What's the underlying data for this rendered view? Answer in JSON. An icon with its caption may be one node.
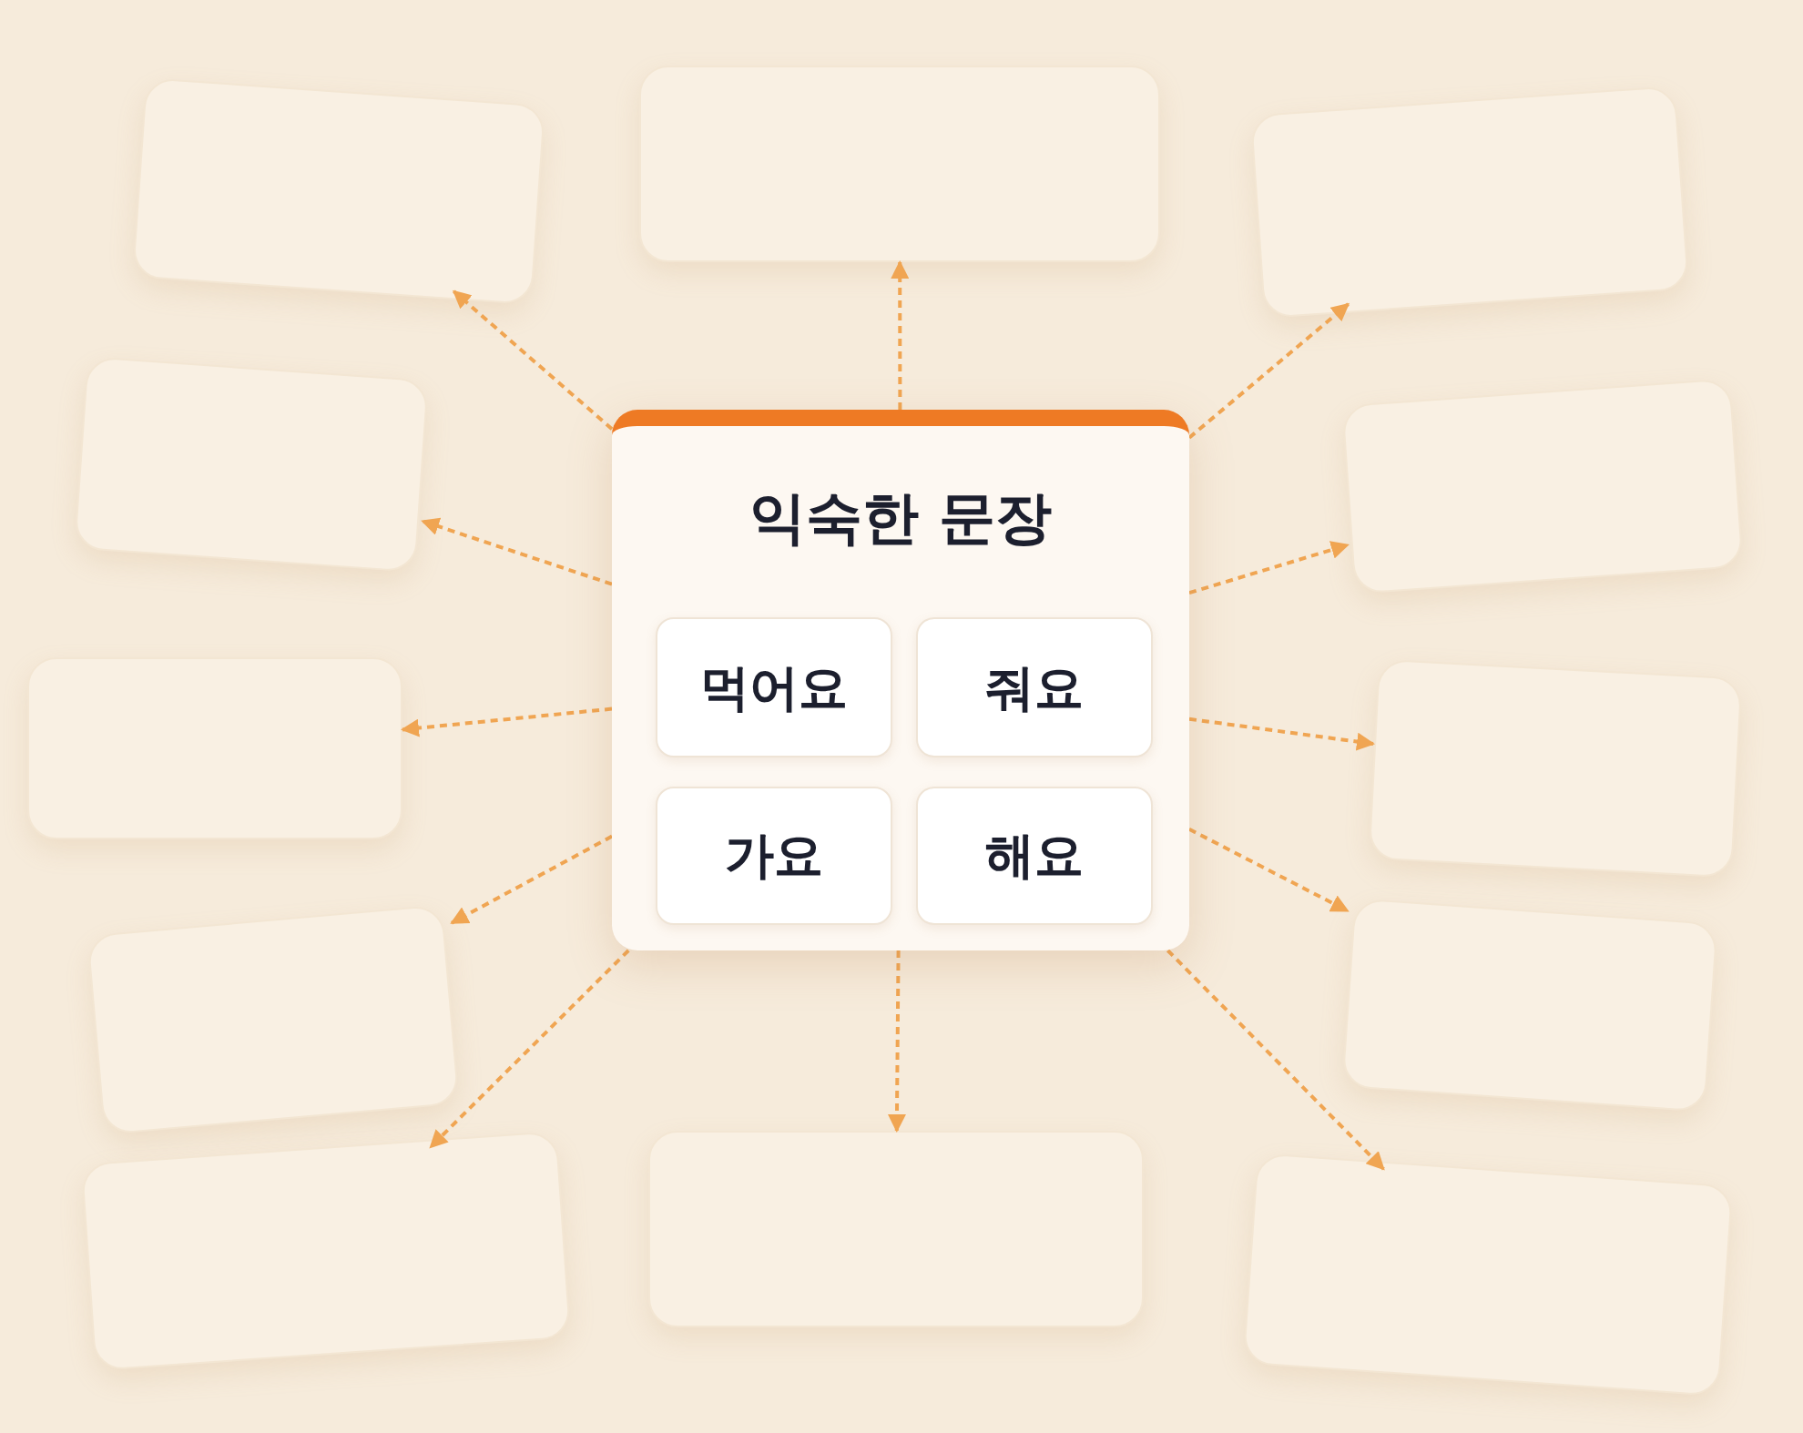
{
  "diagram": {
    "nodes": [
      {
        "text": [
          "익숙한 문장"
        ]
      },
      {
        "text": [
          "먹어요"
        ],
        "in": 0
      },
      {
        "text": [
          "줘요"
        ],
        "in": 0
      },
      {
        "text": [
          "가요"
        ],
        "in": 0
      },
      {
        "text": [
          "해요"
        ],
        "in": 0
      },
      {
        "text": [],
        "shape": "box"
      },
      {
        "text": [],
        "shape": "box"
      },
      {
        "text": [],
        "shape": "box"
      },
      {
        "text": [],
        "shape": "box"
      },
      {
        "text": [],
        "shape": "box"
      },
      {
        "text": [],
        "shape": "box"
      },
      {
        "text": [],
        "shape": "box"
      },
      {
        "text": [],
        "shape": "box"
      },
      {
        "text": [],
        "shape": "box"
      },
      {
        "text": [],
        "shape": "box"
      },
      {
        "text": [],
        "shape": "box"
      },
      {
        "text": [],
        "shape": "box"
      }
    ],
    "edges": [
      {
        "from": 0,
        "to": 5,
        "arrow": "to",
        "style": "dashed"
      },
      {
        "from": 0,
        "to": 6,
        "arrow": "to",
        "style": "dashed"
      },
      {
        "from": 0,
        "to": 7,
        "arrow": "to",
        "style": "dashed"
      },
      {
        "from": 0,
        "to": 9,
        "arrow": "to",
        "style": "dashed"
      },
      {
        "from": 0,
        "to": 11,
        "arrow": "to",
        "style": "dashed"
      },
      {
        "from": 0,
        "to": 13,
        "arrow": "to",
        "style": "dashed"
      },
      {
        "from": 0,
        "to": 16,
        "arrow": "to",
        "style": "dashed"
      },
      {
        "from": 0,
        "to": 15,
        "arrow": "to",
        "style": "dashed"
      },
      {
        "from": 0,
        "to": 14,
        "arrow": "to",
        "style": "dashed"
      },
      {
        "from": 0,
        "to": 12,
        "arrow": "to",
        "style": "dashed"
      },
      {
        "from": 0,
        "to": 10,
        "arrow": "to",
        "style": "dashed"
      },
      {
        "from": 0,
        "to": 8,
        "arrow": "to",
        "style": "dashed"
      }
    ]
  }
}
